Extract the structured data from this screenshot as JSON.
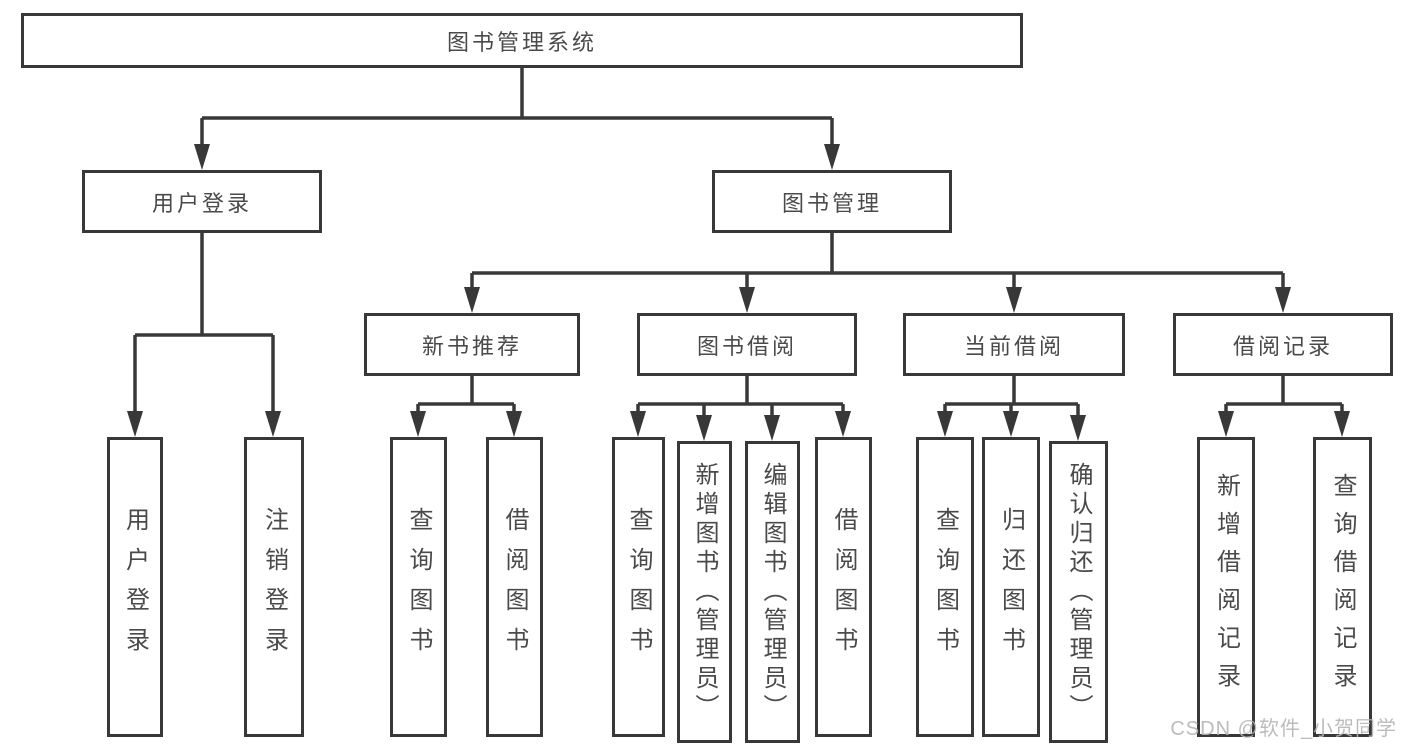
{
  "diagram": {
    "root": {
      "label": "图书管理系统",
      "children": [
        {
          "label": "用户登录",
          "children": [
            {
              "label": "用户登录"
            },
            {
              "label": "注销登录"
            }
          ]
        },
        {
          "label": "图书管理",
          "children": [
            {
              "label": "新书推荐",
              "children": [
                {
                  "label": "查询图书"
                },
                {
                  "label": "借阅图书"
                }
              ]
            },
            {
              "label": "图书借阅",
              "children": [
                {
                  "label": "查询图书"
                },
                {
                  "label": "新增图书（管理员）"
                },
                {
                  "label": "编辑图书（管理员）"
                },
                {
                  "label": "借阅图书"
                }
              ]
            },
            {
              "label": "当前借阅",
              "children": [
                {
                  "label": "查询图书"
                },
                {
                  "label": "归还图书"
                },
                {
                  "label": "确认归还（管理员）"
                }
              ]
            },
            {
              "label": "借阅记录",
              "children": [
                {
                  "label": "新增借阅记录"
                },
                {
                  "label": "查询借阅记录"
                }
              ]
            }
          ]
        }
      ]
    }
  },
  "watermark": {
    "text": "CSDN @软件_小贺同学"
  },
  "colors": {
    "line": "#383838",
    "text": "#4a4a4a",
    "watermark": "#b5b5b5",
    "background": "#ffffff"
  }
}
